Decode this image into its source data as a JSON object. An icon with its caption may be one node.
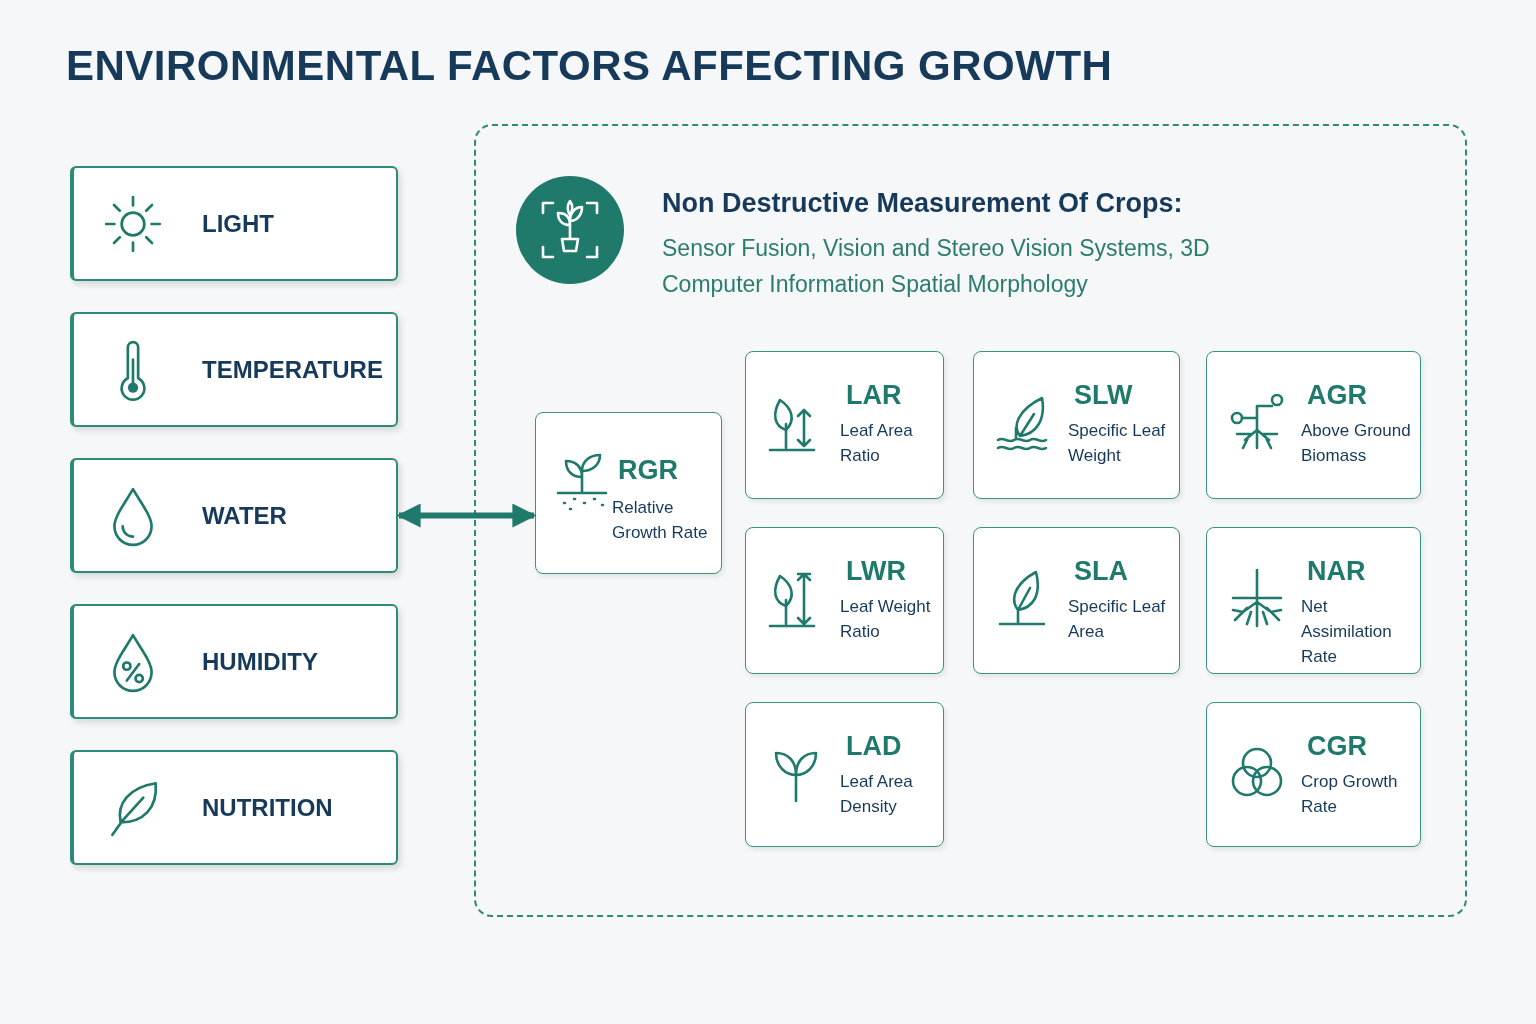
{
  "diagram": {
    "title": "ENVIRONMENTAL FACTORS AFFECTING GROWTH",
    "nodes": [
      {
        "text": [
          "LIGHT"
        ]
      },
      {
        "text": [
          "TEMPERATURE"
        ]
      },
      {
        "text": [
          "WATER"
        ]
      },
      {
        "text": [
          "HUMIDITY"
        ]
      },
      {
        "text": [
          "NUTRITION"
        ]
      },
      {
        "text": [
          "Non Destructive Measurement Of Crops:",
          "Sensor Fusion, Vision and Stereo Vision Systems, 3D Computer Information Spatial Morphology"
        ]
      },
      {
        "text": [
          "RGR",
          "Relative Growth Rate"
        ],
        "in": 5
      },
      {
        "text": [
          "LAR",
          "Leaf Area Ratio"
        ],
        "in": 5
      },
      {
        "text": [
          "SLW",
          "Specific Leaf Weight"
        ],
        "in": 5
      },
      {
        "text": [
          "AGR",
          "Above Ground Biomass"
        ],
        "in": 5
      },
      {
        "text": [
          "LWR",
          "Leaf Weight Ratio"
        ],
        "in": 5
      },
      {
        "text": [
          "SLA",
          "Specific Leaf Area"
        ],
        "in": 5
      },
      {
        "text": [
          "NAR",
          "Net Assimilation Rate"
        ],
        "in": 5
      },
      {
        "text": [
          "LAD",
          "Leaf Area Density"
        ],
        "in": 5
      },
      {
        "text": [
          "CGR",
          "Crop Growth Rate"
        ],
        "in": 5
      }
    ],
    "edges": [
      {
        "from": 2,
        "to": 6,
        "arrow": "both"
      }
    ]
  }
}
